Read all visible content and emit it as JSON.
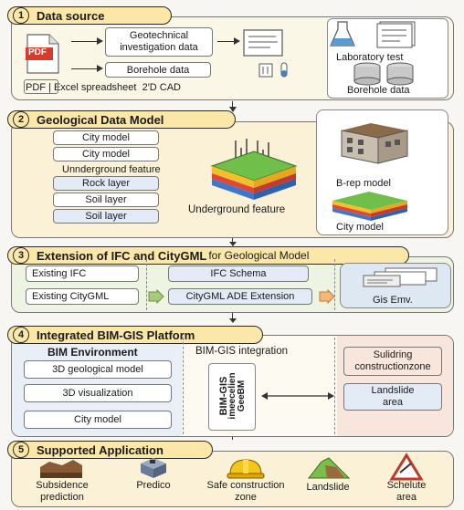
{
  "s1": {
    "num": "1",
    "title": "Data source",
    "pdf_icon": "PDF",
    "geotech": "Geotechnical\ninvestigation data",
    "borehole": "Borehole data",
    "formats": "PDF | Excel spreadsheet  2′D CAD",
    "lab": "Laboratory test",
    "borehole_data": "Borehole data",
    "icons": [
      "pdf-file-icon",
      "document-lines-icon",
      "test-tubes-icon",
      "beaker-flask-icon",
      "document-stack-icon",
      "borehole-drum-icon"
    ]
  },
  "s2": {
    "num": "2",
    "title": "Geological Data Model",
    "items": [
      "City model",
      "City model",
      "Unnderground feature",
      "Rock layer",
      "Soil layer",
      "Soil layer"
    ],
    "underground": "Underground feature",
    "brep": "B-rep model",
    "city": "City model"
  },
  "s3": {
    "num": "3",
    "title_a": "Extension of IFC and CityGML",
    "title_b": "for Geological Model",
    "existing_ifc": "Existing IFC",
    "existing_citygml": "Existing CityGML",
    "ifc_schema": "IFC Schema",
    "citygml_ade": "CityGML ADE Extension",
    "gis": "Gis Emv."
  },
  "s4": {
    "num": "4",
    "title": "Integrated BIM-GIS Platform",
    "bim_env": "BIM Environment",
    "items": [
      "3D geological model",
      "3D visualization",
      "City model"
    ],
    "integration": "BIM-GIS integration",
    "rot1": "BIM-GIS",
    "rot2": "imeecelien",
    "rot3": "GeeBM",
    "construction": "Sulidring\nconstructionzone",
    "landslide": "Landslide\narea"
  },
  "s5": {
    "num": "5",
    "title": "Supported Application",
    "apps": [
      "Subsidence\nprediction",
      "Predico",
      "Safe construction\nzone",
      "Landslide",
      "Schelute\narea"
    ]
  },
  "colors": {
    "title_fill": "#fbe7a8",
    "s1_bg": "#fbf7e6",
    "s2_bg": "#fbf1d6",
    "s3_bg": "#eef4e2",
    "s4_left": "#e9eff7",
    "s4_right": "#f8e6dd",
    "s5_bg": "#fbf1d6"
  }
}
